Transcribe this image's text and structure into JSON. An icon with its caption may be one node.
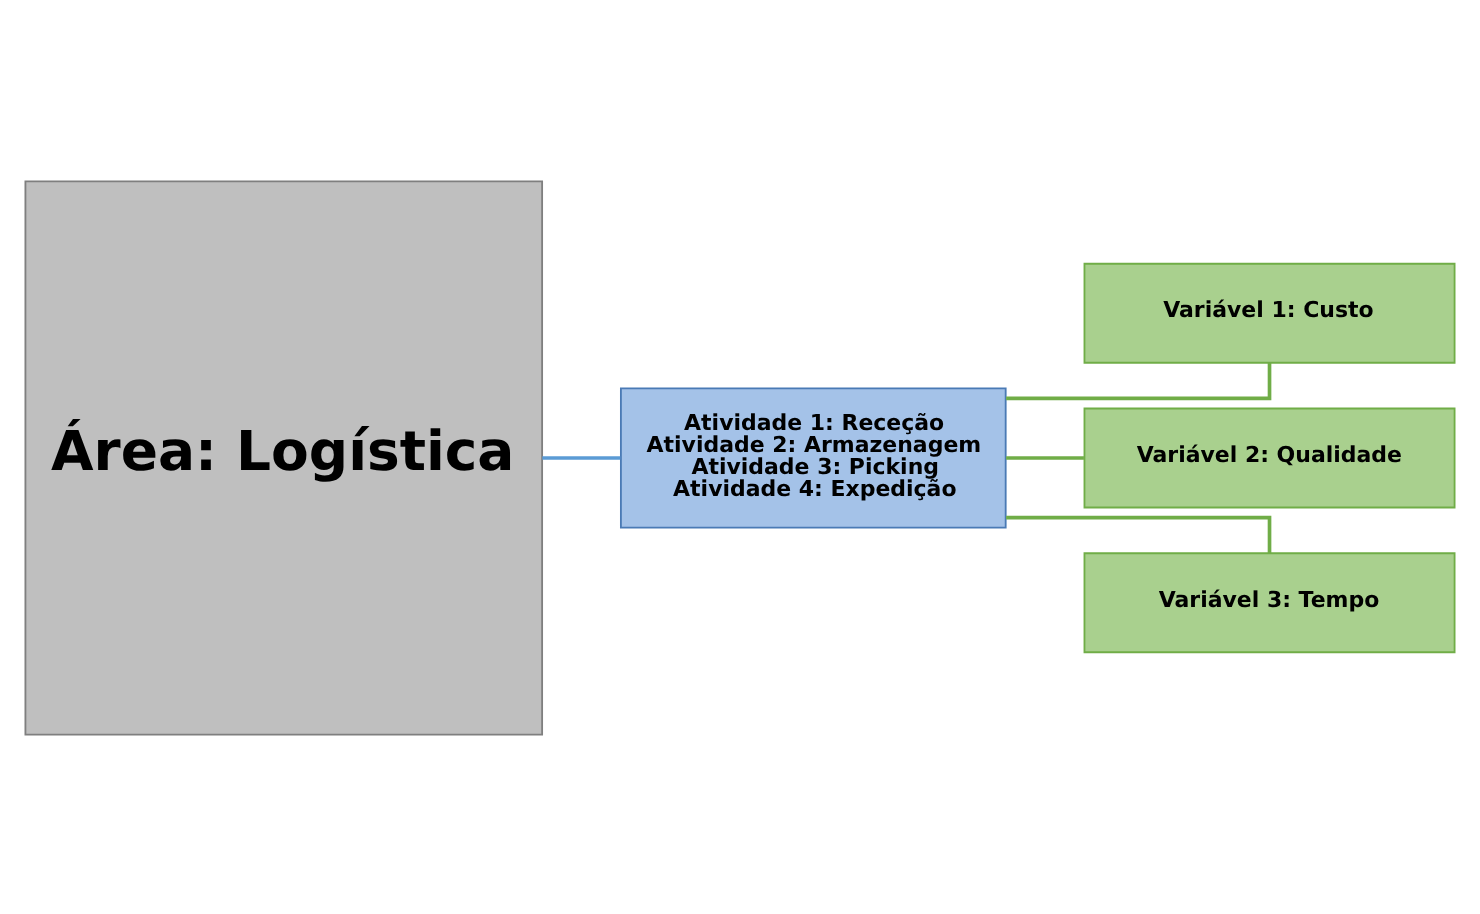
{
  "diagram": {
    "nodes": [
      {
        "text": [
          "Área: Logística"
        ]
      },
      {
        "text": [
          "Atividade 1: Receção",
          "Atividade 2: Armazenagem",
          "Atividade 3: Picking",
          "Atividade 4: Expedição"
        ]
      },
      {
        "text": [
          "Variável 1: Custo"
        ]
      },
      {
        "text": [
          "Variável 2: Qualidade"
        ]
      },
      {
        "text": [
          "Variável 3: Tempo"
        ]
      }
    ],
    "edges": [
      {
        "from": 0,
        "to": 1,
        "arrow": "none",
        "color": "#5b9bd5"
      },
      {
        "from": 1,
        "to": 2,
        "arrow": "none"
      },
      {
        "from": 1,
        "to": 3,
        "arrow": "none"
      },
      {
        "from": 1,
        "to": 4,
        "arrow": "none"
      }
    ]
  }
}
